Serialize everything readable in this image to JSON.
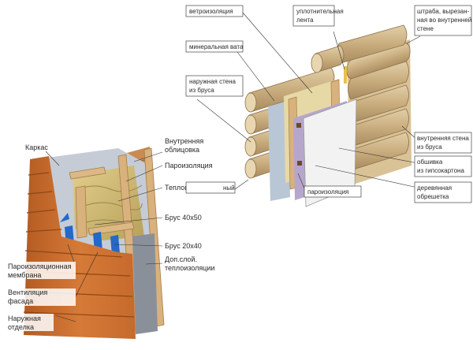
{
  "left_diagram": {
    "labels": {
      "karkas": "Каркас",
      "vnutr_1": "Внутренняя",
      "vnutr_2": "облицовка",
      "paroizol": "Пароизоляция",
      "teploizol": "Теплоизоляция",
      "brus_40": "Брус 40х50",
      "brus_20": "Брус 20х40",
      "dop_1": "Доп.слой.",
      "dop_2": "теплоизоляции",
      "membr_1": "Пароизоляционная",
      "membr_2": "мембрана",
      "vent_1": "Вентиляция",
      "vent_2": "фасада",
      "naruzh_1": "Наружная",
      "naruzh_2": "отделка"
    }
  },
  "right_diagram": {
    "labels": {
      "vetro": "ветроизоляция",
      "upl_1": "уплотнительная",
      "upl_2": "лента",
      "shtr_1": "штраба, вырезан-",
      "shtr_2": "ная во внутренней",
      "shtr_3": "стене",
      "minvata": "минеральная вата",
      "nar_1": "наружная стена",
      "nar_2": "из бруса",
      "vn_1": "внутренняя стена",
      "vn_2": "из бруса",
      "obsh_1": "обшивка",
      "obsh_2": "из гипсокартона",
      "partial": "ный",
      "paro": "пароизоляция",
      "der_1": "деревянная",
      "der_2": "обрешетка"
    }
  }
}
